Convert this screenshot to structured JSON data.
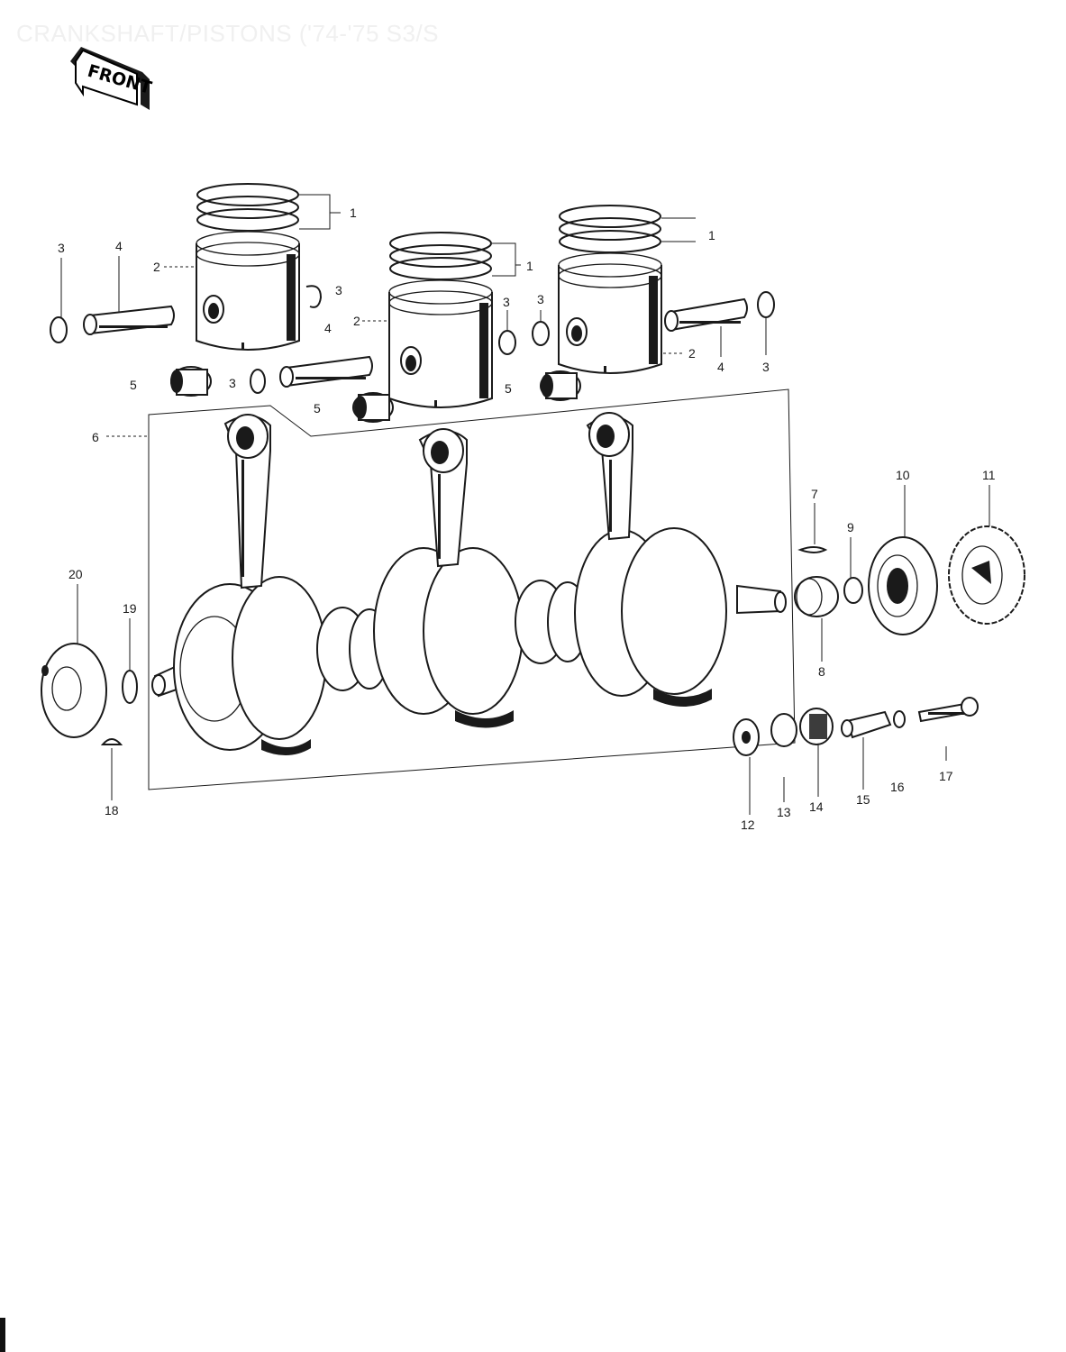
{
  "page": {
    "title": "CRANKSHAFT/PISTONS ('74-'75 S3/S",
    "front_badge": "FRONT"
  },
  "callouts": [
    {
      "id": "c1a",
      "text": "1"
    },
    {
      "id": "c1b",
      "text": "1"
    },
    {
      "id": "c1c",
      "text": "1"
    },
    {
      "id": "c2a",
      "text": "2"
    },
    {
      "id": "c2b",
      "text": "2"
    },
    {
      "id": "c2c",
      "text": "2"
    },
    {
      "id": "c3a",
      "text": "3"
    },
    {
      "id": "c3b",
      "text": "3"
    },
    {
      "id": "c3c",
      "text": "3"
    },
    {
      "id": "c3d",
      "text": "3"
    },
    {
      "id": "c3e",
      "text": "3"
    },
    {
      "id": "c3f",
      "text": "3"
    },
    {
      "id": "c4a",
      "text": "4"
    },
    {
      "id": "c4b",
      "text": "4"
    },
    {
      "id": "c4c",
      "text": "4"
    },
    {
      "id": "c5a",
      "text": "5"
    },
    {
      "id": "c5b",
      "text": "5"
    },
    {
      "id": "c5c",
      "text": "5"
    },
    {
      "id": "c6",
      "text": "6"
    },
    {
      "id": "c7",
      "text": "7"
    },
    {
      "id": "c8",
      "text": "8"
    },
    {
      "id": "c9",
      "text": "9"
    },
    {
      "id": "c10",
      "text": "10"
    },
    {
      "id": "c11",
      "text": "11"
    },
    {
      "id": "c12",
      "text": "12"
    },
    {
      "id": "c13",
      "text": "13"
    },
    {
      "id": "c14",
      "text": "14"
    },
    {
      "id": "c15",
      "text": "15"
    },
    {
      "id": "c16",
      "text": "16"
    },
    {
      "id": "c17",
      "text": "17"
    },
    {
      "id": "c18",
      "text": "18"
    },
    {
      "id": "c19",
      "text": "19"
    },
    {
      "id": "c20",
      "text": "20"
    }
  ]
}
